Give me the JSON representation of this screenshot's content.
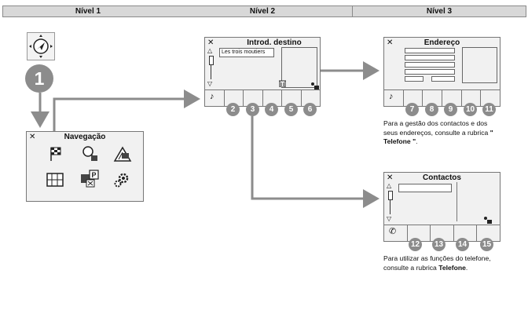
{
  "headers": [
    "Nível 1",
    "Nível 2",
    "Nível 3"
  ],
  "nav_menu": {
    "title": "Navegação",
    "close": "✕",
    "icons": [
      "destination-flag-icon",
      "search-poi-icon",
      "map-route-icon",
      "map-icon",
      "traffic-parking-icon",
      "settings-gear-icon"
    ]
  },
  "step_badge": "1",
  "introd_destino": {
    "title": "Introd. destino",
    "close": "✕",
    "field_value": "Les trois moutiers",
    "badges": [
      "2",
      "3",
      "4",
      "5",
      "6"
    ]
  },
  "endereco": {
    "title": "Endereço",
    "close": "✕",
    "badges": [
      "7",
      "8",
      "9",
      "10",
      "11"
    ],
    "caption_text": "Para a gestão dos contactos e dos seus endereços, consulte a rubrica ",
    "caption_bold": "\" Telefone \"",
    "caption_end": "."
  },
  "contactos": {
    "title": "Contactos",
    "close": "✕",
    "badges": [
      "12",
      "13",
      "14",
      "15"
    ],
    "caption_text": "Para utilizar as funções do telefone, consulte a rubrica ",
    "caption_bold": "Telefone",
    "caption_end": "."
  }
}
